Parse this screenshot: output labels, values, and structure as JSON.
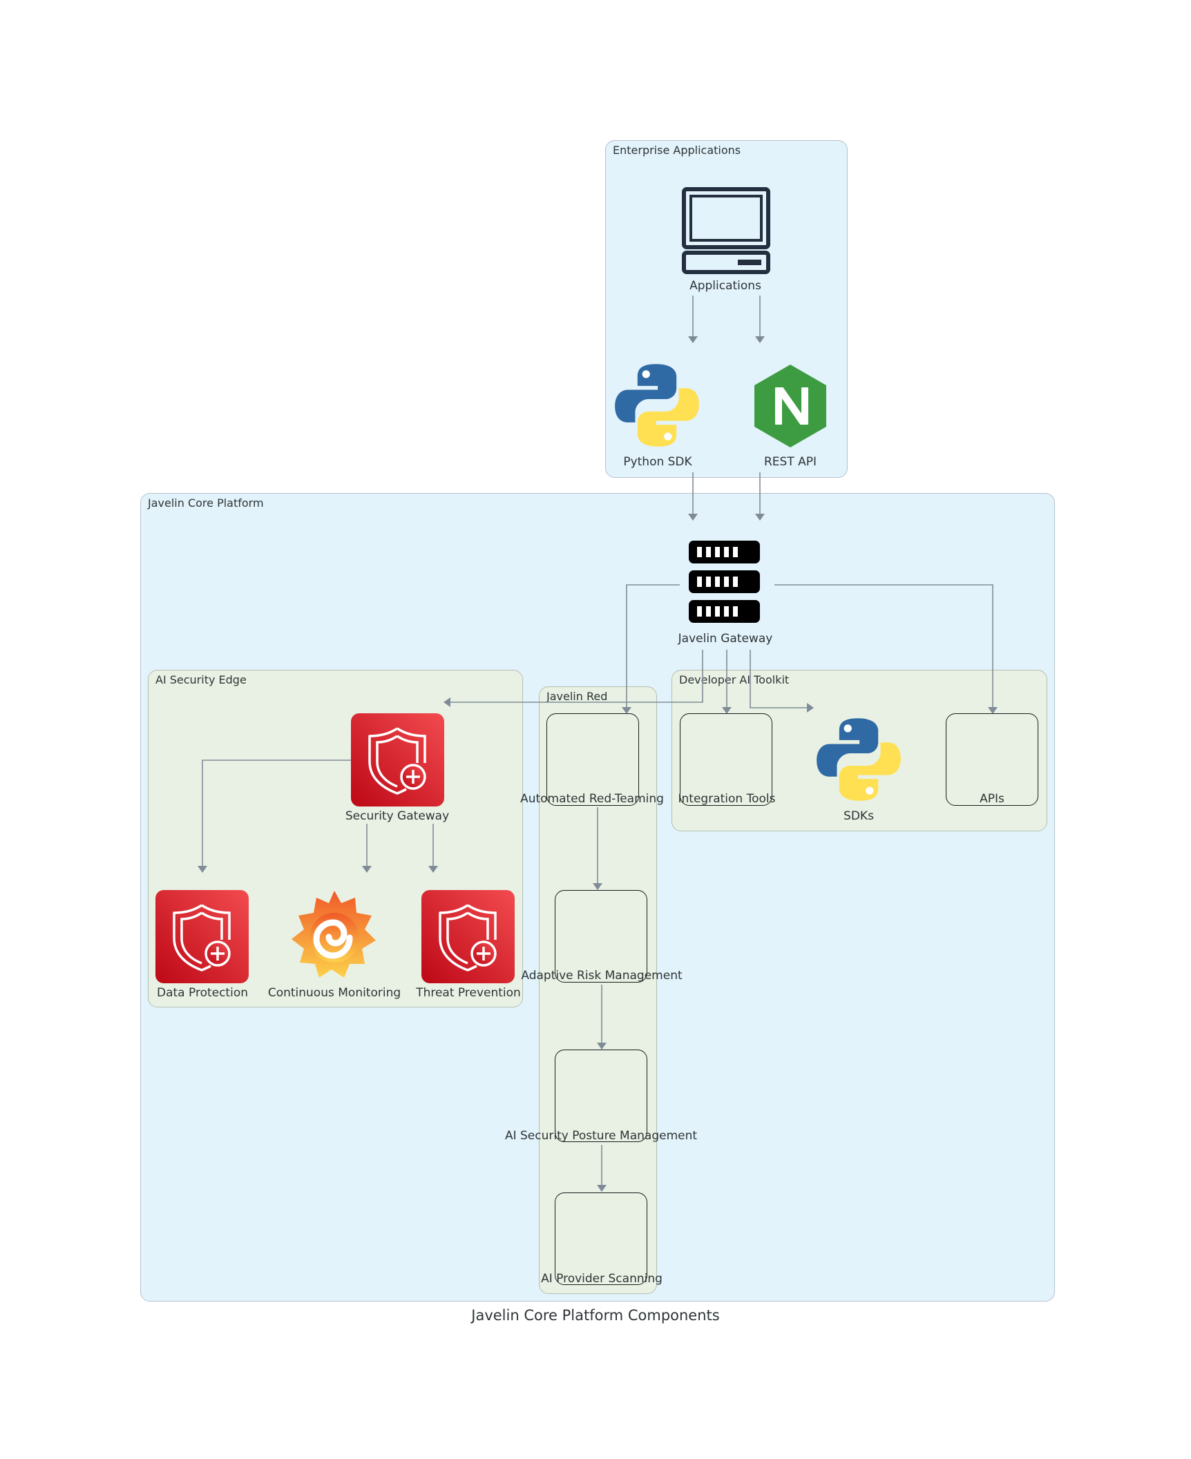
{
  "diagram": {
    "caption": "Javelin Core Platform Components",
    "clusters": {
      "enterprise": "Enterprise Applications",
      "core": "Javelin Core Platform",
      "edge": "AI Security Edge",
      "red": "Javelin Red",
      "toolkit": "Developer AI Toolkit"
    },
    "nodes": {
      "applications": "Applications",
      "python_sdk": "Python SDK",
      "rest_api": "REST API",
      "gateway": "Javelin Gateway",
      "security_gateway": "Security Gateway",
      "data_protection": "Data Protection",
      "continuous_monitoring": "Continuous Monitoring",
      "threat_prevention": "Threat Prevention",
      "red_teaming": "Automated Red-Teaming",
      "risk_mgmt": "Adaptive Risk Management",
      "posture_mgmt": "AI Security Posture Management",
      "provider_scanning": "AI Provider Scanning",
      "integration_tools": "Integration Tools",
      "sdks": "SDKs",
      "apis": "APIs"
    },
    "icons": {
      "applications": "laptop-icon",
      "python_sdk": "python-icon",
      "rest_api": "nginx-icon",
      "gateway": "server-rack-icon",
      "security_gateway": "shield-icon",
      "data_protection": "shield-icon",
      "continuous_monitoring": "grafana-icon",
      "threat_prevention": "shield-icon",
      "sdks": "python-icon"
    },
    "colors": {
      "cluster_blue": "#e3f3fb",
      "cluster_green": "#e9f1e4",
      "edge": "#7f8c97",
      "shield_red": "#d91f26",
      "python_blue": "#2f6aa4",
      "python_yellow": "#ffe052",
      "nginx_green": "#3d9c42"
    }
  }
}
